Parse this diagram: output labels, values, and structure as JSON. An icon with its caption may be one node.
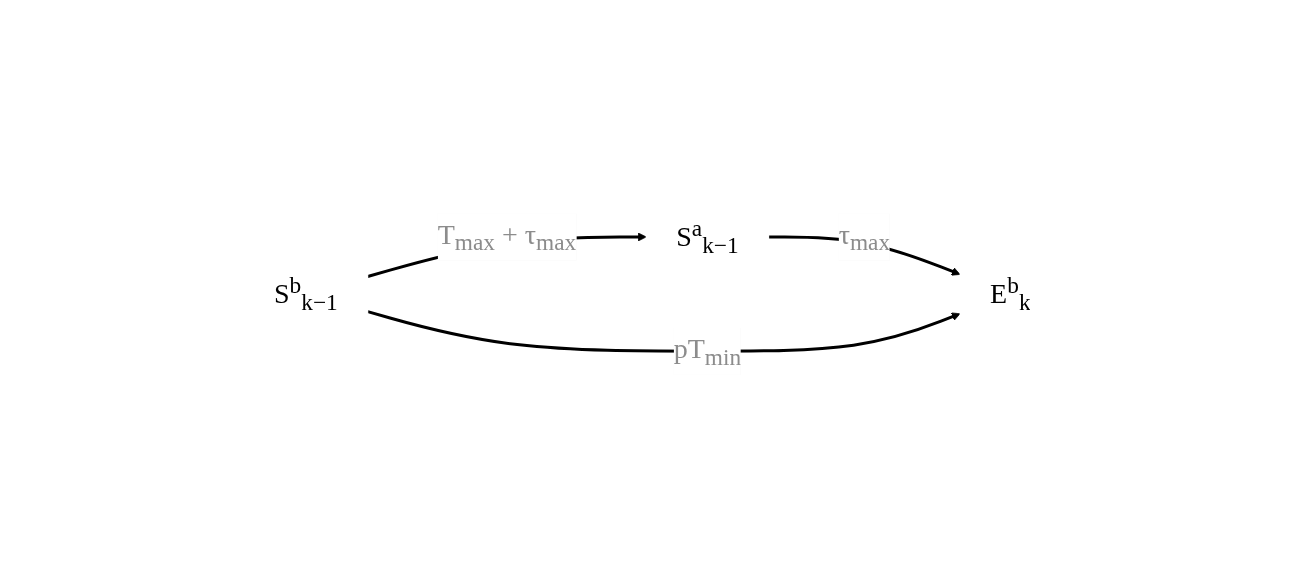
{
  "diagram": {
    "nodes": [
      {
        "text": [
          "S$^{b}$$_{k−1}$"
        ]
      },
      {
        "text": [
          "S$^{a}$$_{k−1}$"
        ]
      },
      {
        "text": [
          "E$^{b}$$_{k}$"
        ]
      }
    ],
    "edges": [
      {
        "from": 0,
        "to": 1,
        "arrow": "to",
        "label": "T$_{max}$ + τ$_{max}$"
      },
      {
        "from": 1,
        "to": 2,
        "arrow": "to",
        "label": "τ$_{max}$"
      },
      {
        "from": 0,
        "to": 2,
        "arrow": "to",
        "label": "pT$_{min}$"
      }
    ]
  }
}
